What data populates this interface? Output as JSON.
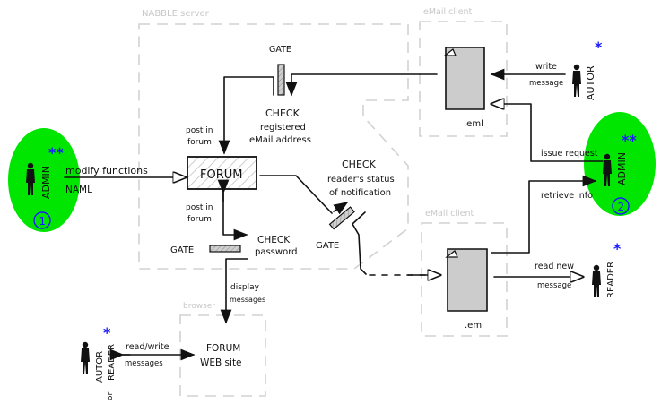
{
  "zones": {
    "server": "NABBLE server",
    "email_client_top": "eMail client",
    "email_client_bottom": "eMail client",
    "browser": "browser"
  },
  "nodes": {
    "forum": "FORUM",
    "forum_website_line1": "FORUM",
    "forum_website_line2": "WEB site",
    "eml_top": ".eml",
    "eml_bottom": ".eml"
  },
  "gates": {
    "top": "GATE",
    "left": "GATE",
    "right": "GATE"
  },
  "checks": {
    "registered": [
      "CHECK",
      "registered",
      "eMail address"
    ],
    "password": [
      "CHECK",
      "password"
    ],
    "notification": [
      "CHECK",
      "reader's status",
      "of notification"
    ]
  },
  "edge_labels": {
    "modify_functions": "modify functions",
    "naml": "NAML",
    "post_in_forum_top": [
      "post in",
      "forum"
    ],
    "post_in_forum_bottom": [
      "post in",
      "forum"
    ],
    "display_messages": [
      "display",
      "messages"
    ],
    "write_message": [
      "write",
      "message"
    ],
    "issue_request": "issue request",
    "retrieve_info": "retrieve info",
    "read_new_message": [
      "read new",
      "message"
    ],
    "read_write_messages": [
      "read/write",
      "messages"
    ]
  },
  "actors": {
    "admin_1": {
      "role": "ADMIN",
      "badge": "1",
      "stars": "**"
    },
    "admin_2": {
      "role": "ADMIN",
      "badge": "2",
      "stars": "**"
    },
    "autor": {
      "role": "AUTOR",
      "stars": "*"
    },
    "reader": {
      "role": "READER",
      "stars": "*"
    },
    "autor_or_reader": {
      "role_a": "AUTOR",
      "role_b": "READER",
      "or": "or",
      "stars": "*"
    }
  },
  "colors": {
    "admin_bubble": "#00e600",
    "star": "#1a1aff",
    "zone_border": "#d2d2d2",
    "document_fill": "#cccccc"
  }
}
